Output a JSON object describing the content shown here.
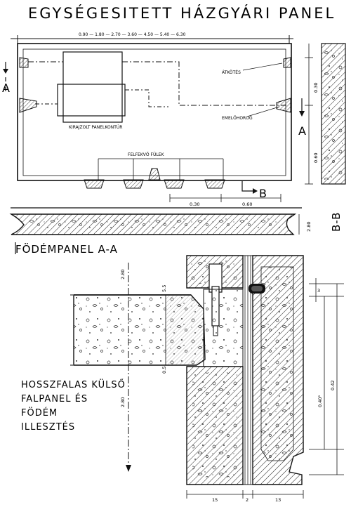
{
  "title": "EGYSÉGESITETT  HÁZGYÁRI  PANEL",
  "plan": {
    "top_dims": "0.90 — 1.80 — 2.70 — 3.60 — 4.50 — 5.40 — 6.30",
    "attotes": "ÁTKÖTÉS",
    "emelohorog": "EMELŐHOROG",
    "kirajzolt": "KIRAJZOLT  PANELKONTÚR",
    "felfekvo": "FELFEKVŐ  FÜLEK",
    "dim_030_bottom": "0.30",
    "dim_060_bottom": "0.60",
    "dim_030_right": "0.30",
    "dim_060_right": "0.60",
    "section_A_left": "A",
    "section_A_right": "A",
    "section_B": "B"
  },
  "bb_label": "B-B",
  "bb_dim": "2.80",
  "section_title": "FÖDÉMPANEL  A-A",
  "detail": {
    "label_lines": [
      "HOSSZFALAS  KÜLSŐ",
      "FALPANEL  ÉS",
      "FÖDÉM",
      "ILLESZTÉS"
    ],
    "dim_280_top": "2.80",
    "dim_280_bottom": "2.80",
    "dim_55": "5.5",
    "dim_05": "0.5",
    "dim_3": "3",
    "dim_040": "0.40⁵",
    "dim_042": "0.42",
    "dim_15": "15",
    "dim_2": "2",
    "dim_13": "13"
  }
}
